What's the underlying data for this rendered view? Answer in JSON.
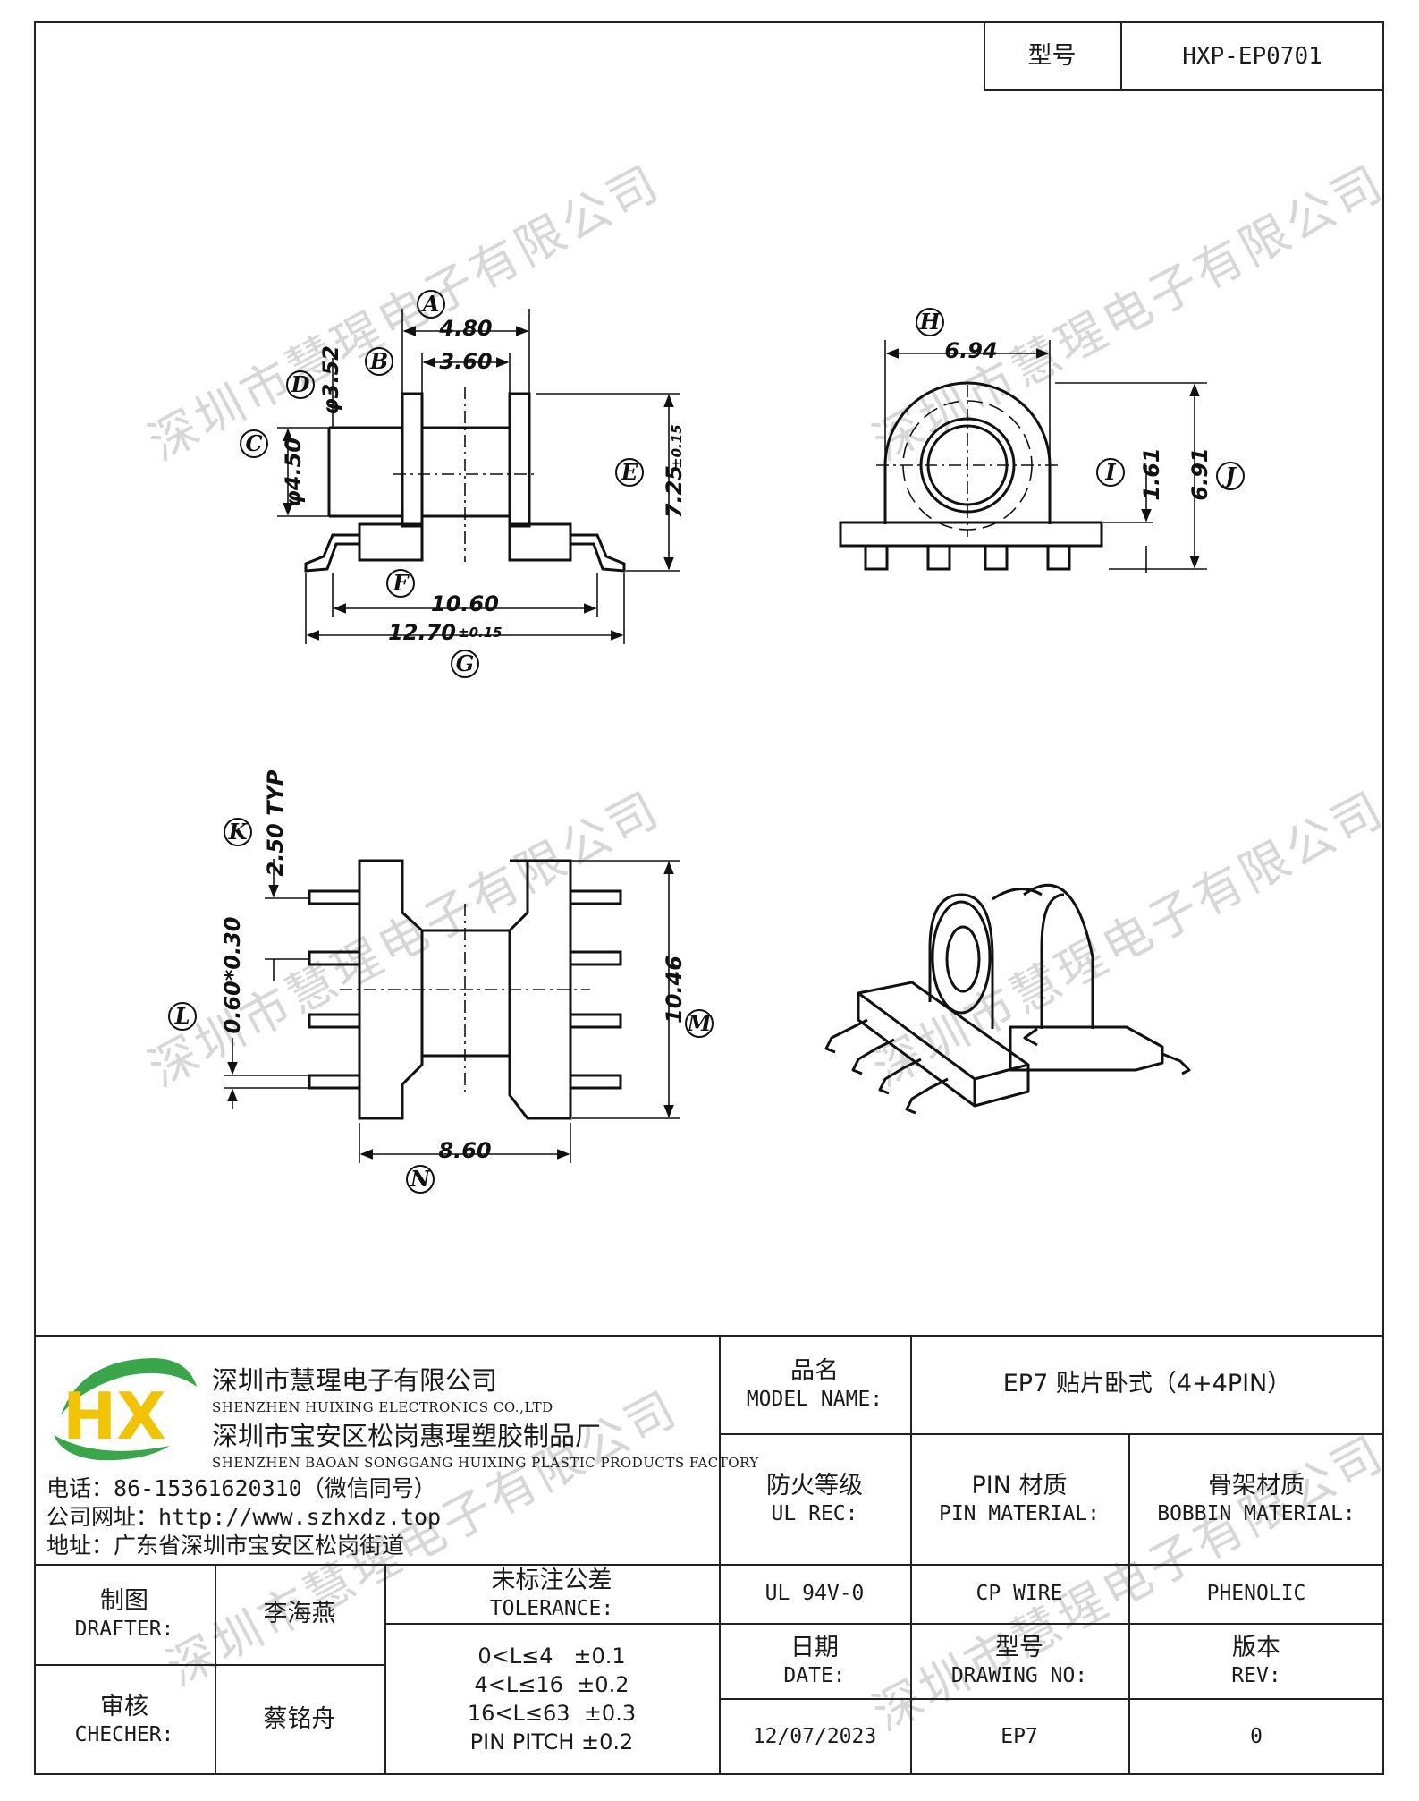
{
  "header": {
    "model_label": "型号",
    "model_value": "HXP-EP0701"
  },
  "watermark": {
    "text": "深圳市慧瑆电子有限公司"
  },
  "drawing": {
    "view1": {
      "A": {
        "tag": "A",
        "value": "4.80"
      },
      "B": {
        "tag": "B",
        "value": "3.60"
      },
      "D": {
        "tag": "D",
        "value": "φ3.52"
      },
      "C": {
        "tag": "C",
        "value": "φ4.50"
      },
      "E": {
        "tag": "E",
        "value": "7.25",
        "tol": "±0.15"
      },
      "F": {
        "tag": "F",
        "value": "10.60"
      },
      "G": {
        "tag": "G",
        "value": "12.70",
        "tol": "±0.15"
      }
    },
    "view2": {
      "H": {
        "tag": "H",
        "value": "6.94"
      },
      "I": {
        "tag": "I",
        "value": "1.61"
      },
      "J": {
        "tag": "J",
        "value": "6.91"
      }
    },
    "view3": {
      "K": {
        "tag": "K",
        "value": "2.50 TYP"
      },
      "L": {
        "tag": "L",
        "value": "0.60*0.30"
      },
      "M": {
        "tag": "M",
        "value": "10.46"
      },
      "N": {
        "tag": "N",
        "value": "8.60"
      }
    }
  },
  "company": {
    "logo_text": "HX",
    "name_cn": "深圳市慧瑆电子有限公司",
    "name_en": "SHENZHEN HUIXING ELECTRONICS CO.,LTD",
    "factory_cn": "深圳市宝安区松岗惠瑆塑胶制品厂",
    "factory_en": "SHENZHEN BAOAN SONGGANG HUIXING PLASTIC PRODUCTS FACTORY",
    "phone_label": "电话：",
    "phone_value": "86-15361620310",
    "phone_note": "（微信同号）",
    "web_label": "公司网址：",
    "web_value": "http://www.szhxdz.top",
    "address_label": "地址：",
    "address_value": "广东省深圳市宝安区松岗街道"
  },
  "title_block": {
    "model_name_cn": "品名",
    "model_name_en": "MODEL NAME:",
    "model_name_value": "EP7 贴片卧式（4+4PIN）",
    "fire_cn": "防火等级",
    "fire_en": "UL REC:",
    "pin_material_cn": "PIN 材质",
    "pin_material_en": "PIN MATERIAL:",
    "bobbin_material_cn": "骨架材质",
    "bobbin_material_en": "BOBBIN MATERIAL:",
    "fire_value": "UL 94V-0",
    "pin_material_value": "CP WIRE",
    "bobbin_material_value": "PHENOLIC",
    "drafter_cn": "制图",
    "drafter_en": "DRAFTER:",
    "drafter_value": "李海燕",
    "checker_cn": "审核",
    "checker_en": "CHECHER:",
    "checker_value": "蔡铭舟",
    "tolerance_cn": "未标注公差",
    "tolerance_en": "TOLERANCE:",
    "tolerance_lines": [
      "0<L≤4   ±0.1",
      "4<L≤16  ±0.2",
      "16<L≤63  ±0.3",
      "PIN PITCH ±0.2"
    ],
    "date_cn": "日期",
    "date_en": "DATE:",
    "date_value": "12/07/2023",
    "drawing_no_cn": "型号",
    "drawing_no_en": "DRAWING NO:",
    "drawing_no_value": "EP7",
    "rev_cn": "版本",
    "rev_en": "REV:",
    "rev_value": "0"
  }
}
